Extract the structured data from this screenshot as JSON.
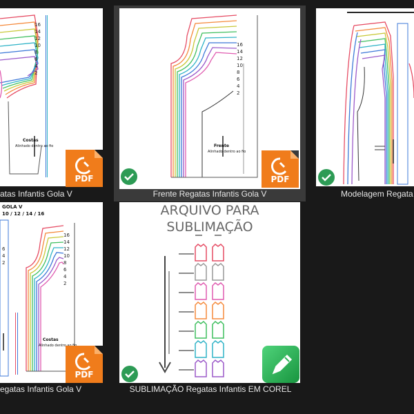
{
  "files": [
    {
      "name": "Costas Regatas Infantis Gola V",
      "visible_caption": "atas Infantis Gola V",
      "type": "pdf",
      "selected": false,
      "synced": false
    },
    {
      "name": "Frente Regatas Infantis Gola V",
      "visible_caption": "Frente Regatas Infantis Gola V",
      "type": "pdf",
      "selected": true,
      "synced": true
    },
    {
      "name": "Modelagem Regatas Infantis Gola V",
      "visible_caption": "Modelagem Regata",
      "type": "pdf",
      "selected": false,
      "synced": true
    },
    {
      "name": "Regatas Infantis Gola V",
      "visible_caption": "egatas Infantis Gola V",
      "type": "pdf",
      "selected": false,
      "synced": false
    },
    {
      "name": "SUBLIMAÇÃO Regatas Infantis EM COREL",
      "visible_caption": "SUBLIMAÇÃO Regatas Infantis EM COREL",
      "type": "corel",
      "selected": false,
      "synced": true
    }
  ],
  "thumb_text": {
    "back_label": "Costas",
    "back_sub": "Alinhado dentro ao fio",
    "front_label": "Frente",
    "front_sub": "Alinhado dentro ao fio",
    "sizes_a": [
      "16",
      "14",
      "12",
      "10",
      "8",
      "6",
      "4",
      "2"
    ],
    "sizes_b": [
      "16",
      "14",
      "12",
      "10",
      "8",
      "6",
      "4",
      "2"
    ],
    "sizes_c": [
      "16",
      "14",
      "12",
      "10",
      "8",
      "6",
      "4",
      "2"
    ],
    "sizes_d": [
      "6",
      "4",
      "2"
    ],
    "header_1": "GOLA V",
    "header_2": "10 / 12 / 14 / 16",
    "subl_1": "ARQUIVO PARA",
    "subl_2": "SUBLIMAÇÃO"
  },
  "badges": {
    "pdf": "PDF"
  },
  "colors": {
    "background": "#191919",
    "selected_tile": "#3a3a3a",
    "pdf_orange": "#f07c1b",
    "check_green": "#2d9b55",
    "corel_green": "#2bb556",
    "pattern_lines": [
      "#e64b63",
      "#f58a3c",
      "#c8c838",
      "#3fbf5f",
      "#2fb3c7",
      "#3c78d8",
      "#9b59c9",
      "#e05bb0"
    ]
  }
}
